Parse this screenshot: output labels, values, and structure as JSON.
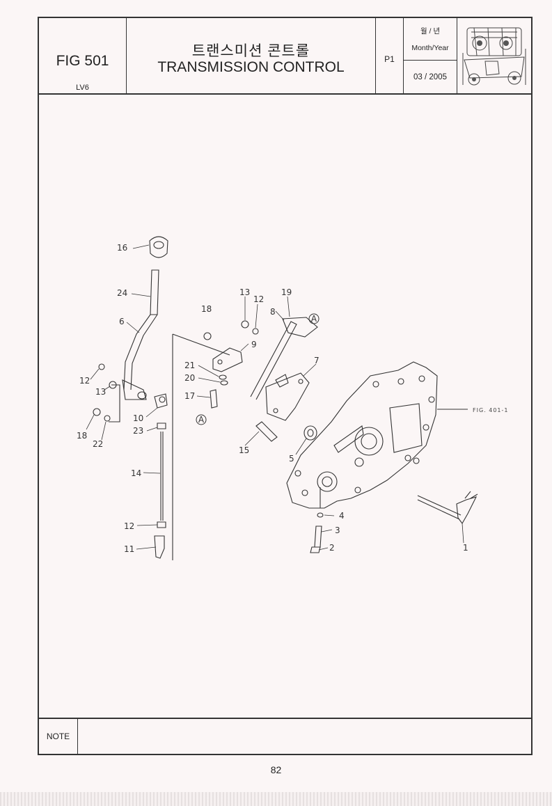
{
  "header": {
    "fig_label": "FIG 501",
    "model": "LV6",
    "title_korean": "트랜스미션 콘트롤",
    "title_english": "TRANSMISSION CONTROL",
    "page_code": "P1",
    "date_label_korean": "월 / 년",
    "date_label_english": "Month/Year",
    "date_value": "03 / 2005"
  },
  "diagram": {
    "reference_label": "FIG. 401-1",
    "circle_marker": "A",
    "callouts": [
      "16",
      "24",
      "6",
      "12",
      "13",
      "18",
      "22",
      "10",
      "23",
      "14",
      "12",
      "11",
      "13",
      "12",
      "19",
      "8",
      "18",
      "9",
      "21",
      "20",
      "17",
      "7",
      "15",
      "5",
      "4",
      "3",
      "2",
      "1"
    ]
  },
  "footer": {
    "note_label": "NOTE",
    "page_number": "82"
  }
}
